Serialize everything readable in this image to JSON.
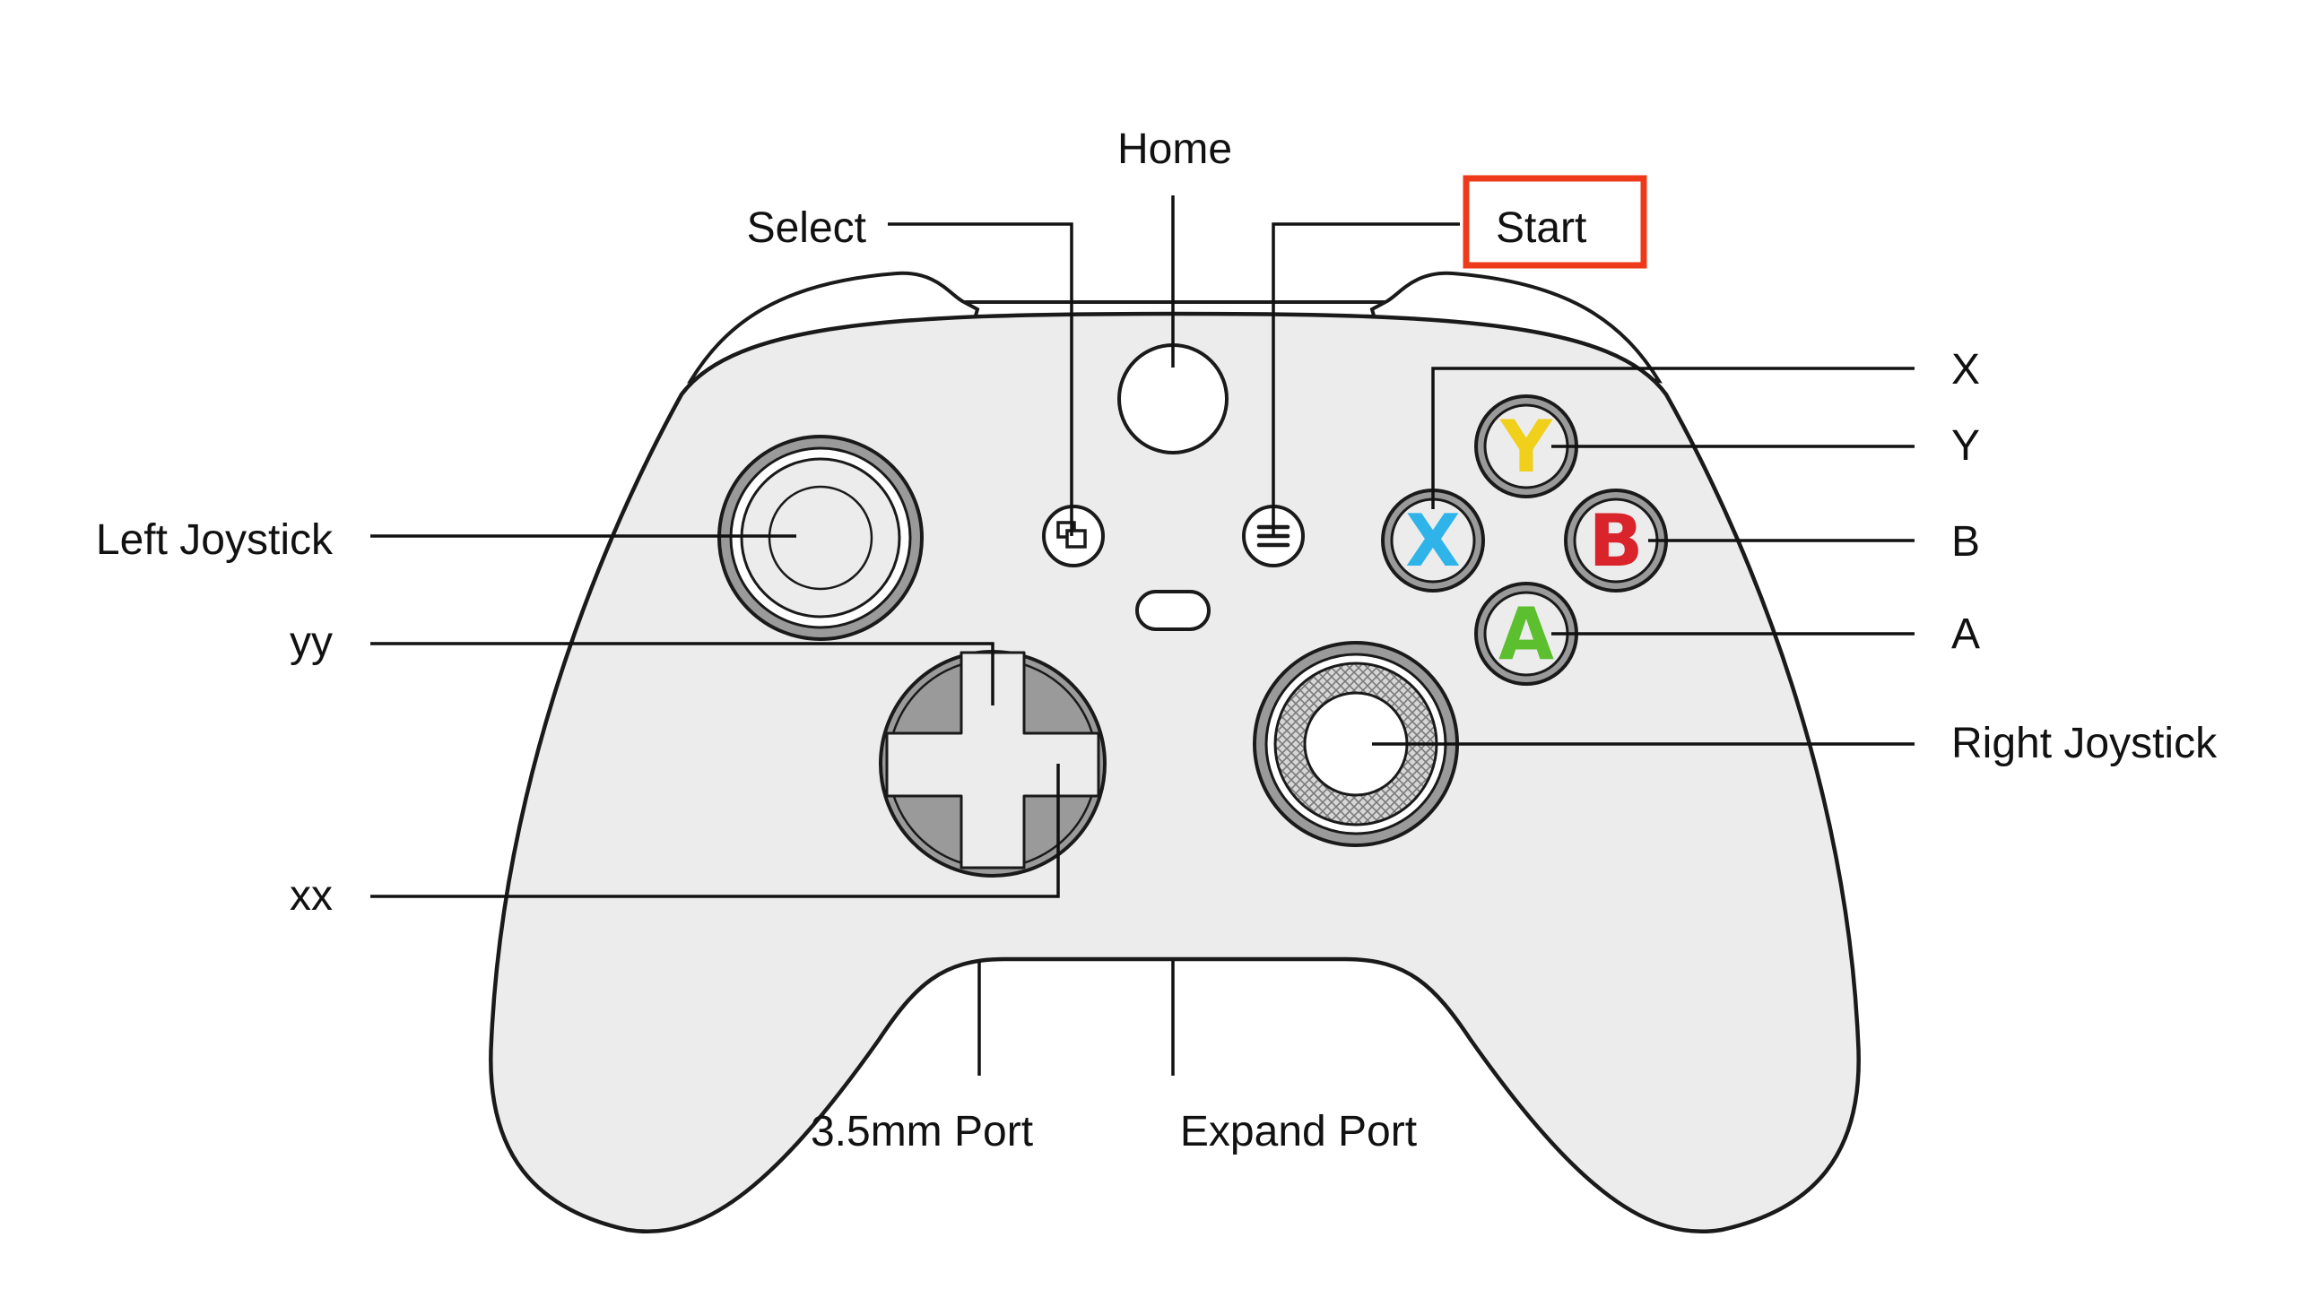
{
  "labels": {
    "home": "Home",
    "select": "Select",
    "start": "Start",
    "left_joystick": "Left Joystick",
    "yy": "yy",
    "xx": "xx",
    "x": "X",
    "y": "Y",
    "b": "B",
    "a": "A",
    "right_joystick": "Right Joystick",
    "port_35mm": "3.5mm Port",
    "expand_port": "Expand Port"
  },
  "buttons": {
    "y": {
      "letter": "Y",
      "color": "#f0d01a"
    },
    "x": {
      "letter": "X",
      "color": "#2fb4ea"
    },
    "b": {
      "letter": "B",
      "color": "#d8242a"
    },
    "a": {
      "letter": "A",
      "color": "#5bbf2e"
    }
  },
  "highlight": {
    "target": "Start",
    "color": "#ee3a1a"
  },
  "colors": {
    "body": "#ececec",
    "outline": "#1a1a1a",
    "ring": "#9a9a9a"
  }
}
